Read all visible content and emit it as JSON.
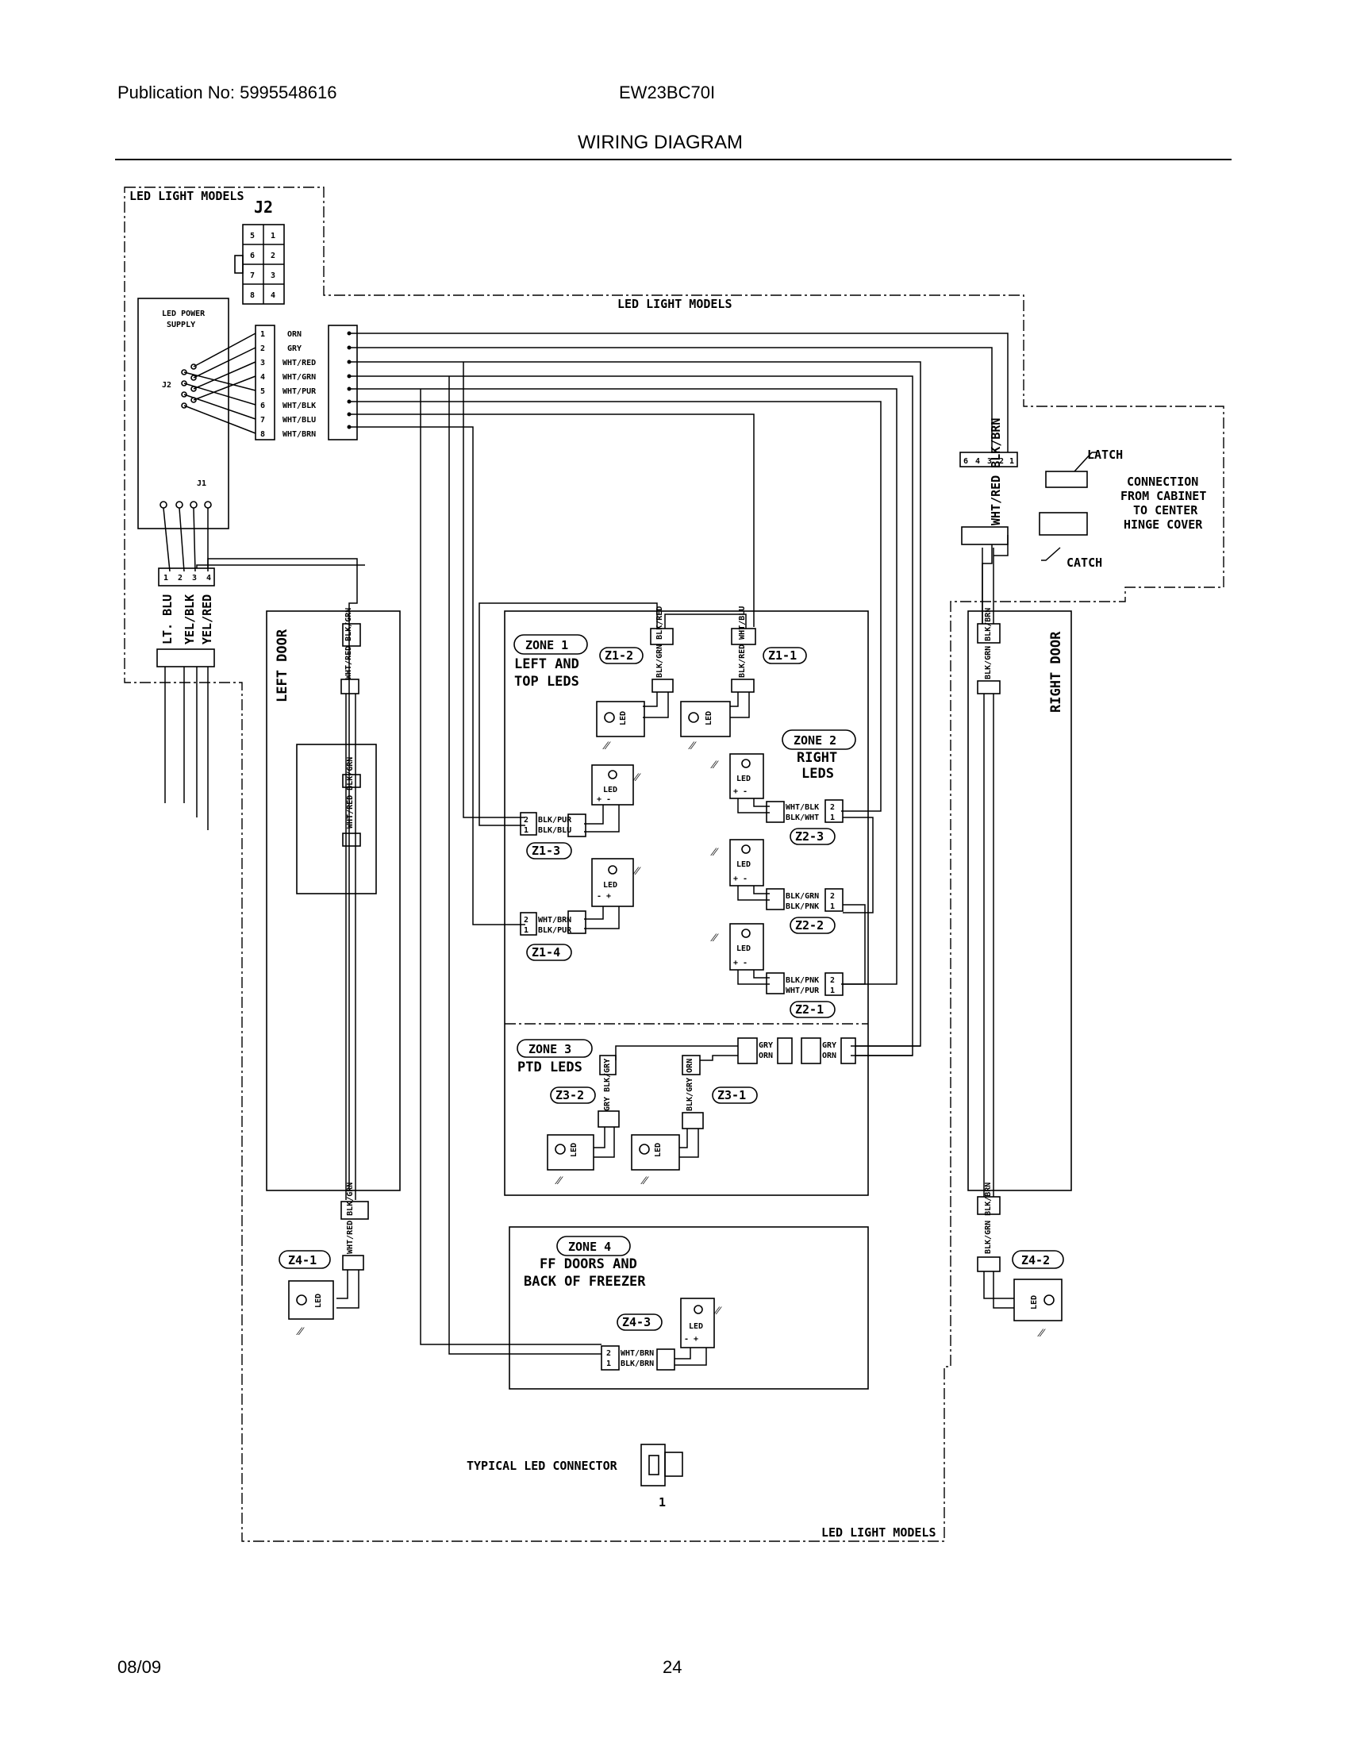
{
  "header": {
    "publication": "Publication No: 5995548616",
    "model": "EW23BC70I",
    "title": "WIRING DIAGRAM"
  },
  "footer": {
    "date": "08/09",
    "page": "24"
  },
  "diagram": {
    "led_light_models_top": "LED LIGHT MODELS",
    "led_light_models_mid": "LED LIGHT MODELS",
    "led_light_models_bottom": "LED LIGHT MODELS",
    "j2_label": "J2",
    "j2_pins": [
      "5",
      "1",
      "6",
      "2",
      "7",
      "3",
      "8",
      "4"
    ],
    "power_supply_label_1": "LED POWER",
    "power_supply_label_2": "SUPPLY",
    "j2_side_label": "J2",
    "j1_label": "J1",
    "j1_pins": [
      "1",
      "2",
      "3",
      "4"
    ],
    "wire_pins": [
      "1",
      "2",
      "3",
      "4",
      "5",
      "6",
      "7",
      "8"
    ],
    "wire_colors": [
      "ORN",
      "GRY",
      "WHT/RED",
      "WHT/GRN",
      "WHT/PUR",
      "WHT/BLK",
      "WHT/BLU",
      "WHT/BRN"
    ],
    "j1_wires": [
      "LT. BLU",
      "YEL/BLK",
      "YEL/RED"
    ],
    "left_door": "LEFT DOOR",
    "right_door": "RIGHT DOOR",
    "left_door_wires": "WHT/RED BLK/GRN",
    "right_door_wires": "BLK/GRN BLK/BRN",
    "cabinet_wires": "WHT/RED BLK/BRN",
    "cabinet_pins": [
      "6",
      "4",
      "3",
      "2",
      "1"
    ],
    "latch_label": "LATCH",
    "catch_label": "CATCH",
    "connection_label": [
      "CONNECTION",
      "FROM CABINET",
      "TO CENTER",
      "HINGE COVER"
    ],
    "zone1": {
      "tag": "ZONE 1",
      "line1": "LEFT AND",
      "line2": "TOP LEDS"
    },
    "zone2": {
      "tag": "ZONE 2",
      "line1": "RIGHT",
      "line2": "LEDS"
    },
    "zone3": {
      "tag": "ZONE 3",
      "line1": "PTD LEDS"
    },
    "zone4": {
      "tag": "ZONE 4",
      "line1": "FF DOORS AND",
      "line2": "BACK OF FREEZER"
    },
    "tags": {
      "z1_1": "Z1-1",
      "z1_2": "Z1-2",
      "z1_3": "Z1-3",
      "z1_4": "Z1-4",
      "z2_1": "Z2-1",
      "z2_2": "Z2-2",
      "z2_3": "Z2-3",
      "z3_1": "Z3-1",
      "z3_2": "Z3-2",
      "z4_1": "Z4-1",
      "z4_2": "Z4-2",
      "z4_3": "Z4-3"
    },
    "conn_wires": {
      "z1_2": "BLK/GRN BLK/RED",
      "z1_1": "BLK/RED WHT/BLU",
      "z1_3": [
        "BLK/PUR",
        "BLK/BLU"
      ],
      "z1_4": [
        "WHT/BRN",
        "BLK/PUR"
      ],
      "z2_3": [
        "WHT/BLK",
        "BLK/WHT"
      ],
      "z2_2": [
        "BLK/GRN",
        "BLK/PNK"
      ],
      "z2_1": [
        "BLK/PNK",
        "WHT/PUR"
      ],
      "z3_feed_a": [
        "GRY",
        "ORN"
      ],
      "z3_feed_b": [
        "GRY",
        "ORN"
      ],
      "z3_2": "GRY BLK/GRY",
      "z3_1": "BLK/GRY ORN",
      "z4_1": "WHT/RED BLK/GRN",
      "z4_2": "BLK/GRN BLK/BRN",
      "z4_3": [
        "WHT/BRN",
        "BLK/BRN"
      ]
    },
    "led_label": "LED",
    "typical_connector": "TYPICAL LED CONNECTOR",
    "typical_connector_pin": "1"
  }
}
